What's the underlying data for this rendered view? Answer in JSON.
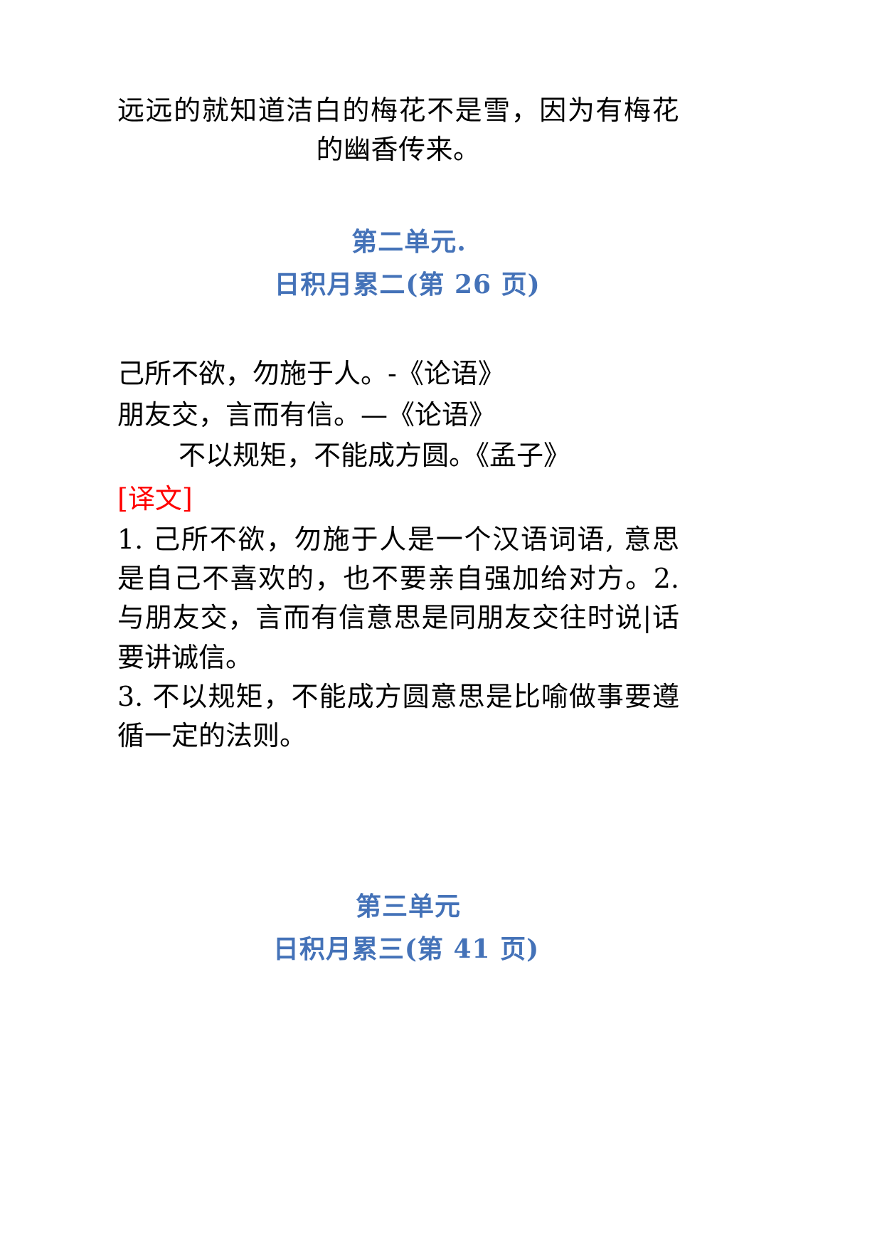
{
  "document": {
    "colors": {
      "heading_blue": "#4472b8",
      "label_red": "#ff0000",
      "body_black": "#000000",
      "background": "#ffffff"
    },
    "poem_translation": "远远的就知道洁白的梅花不是雪，因为有梅花的幽香传来。",
    "unit_two": {
      "title": "第二单元.",
      "subtitle": "日积月累二(第 26 页)",
      "quotes": [
        "己所不欲，勿施于人。-《论语》",
        "朋友交，言而有信。—《论语》",
        "不以规矩，不能成方圆。《孟子》"
      ],
      "translation_label": "[译文]",
      "translation_items": [
        "1. 己所不欲，勿施于人是一个汉语词语, 意思是自己不喜欢的，也不要亲自强加给对方。2. 与朋友交，言而有信意思是同朋友交往时说|话要讲诚信。",
        "3. 不以规矩，不能成方圆意思是比喻做事要遵循一定的法则。"
      ]
    },
    "unit_three": {
      "title": "第三单元",
      "subtitle": "日积月累三(第 41 页)"
    }
  }
}
